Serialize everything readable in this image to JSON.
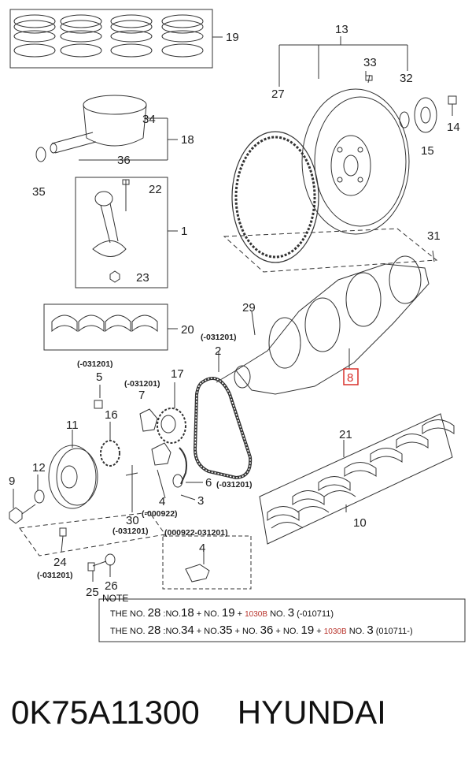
{
  "callouts": {
    "c19": "19",
    "c13": "13",
    "c33": "33",
    "c32": "32",
    "c27": "27",
    "c14": "14",
    "c15": "15",
    "c34": "34",
    "c18": "18",
    "c36": "36",
    "c35": "35",
    "c22": "22",
    "c1": "1",
    "c23": "23",
    "c31": "31",
    "c29": "29",
    "c20": "20",
    "c2": "2",
    "c8": "8",
    "c17": "17",
    "c5": "5",
    "c7": "7",
    "c11": "11",
    "c16": "16",
    "c12": "12",
    "c9": "9",
    "c6": "6",
    "c4": "4",
    "c3": "3",
    "c30": "30",
    "c21": "21",
    "c10": "10",
    "c24": "24",
    "c25": "25",
    "c26": "26",
    "c4b": "4"
  },
  "date_codes": {
    "d2": "(-031201)",
    "d5": "(-031201)",
    "d7": "(-031201)",
    "d6": "(-031201)",
    "d4": "(-000922)",
    "d30": "(-031201)",
    "d24": "(-031201)",
    "inset": "(000922-031201)"
  },
  "note": {
    "heading": "NOTE",
    "line1": {
      "p1": "THE NO. ",
      "n1": "28",
      "p2": " :NO.",
      "n2": "18",
      "p3": " + NO. ",
      "n3": "19",
      "p4": " + ",
      "code": "1030B",
      "p5": " NO. ",
      "n4": "3",
      "p6": " (-010711)"
    },
    "line2": {
      "p1": "THE NO. ",
      "n1": "28",
      "p2": " :NO.",
      "n2": "34",
      "p3": " + NO.",
      "n3": "35",
      "p4": " + NO. ",
      "n4": "36",
      "p5": " + NO. ",
      "n5": "19",
      "p6": " + ",
      "code": "1030B",
      "p7": " NO. ",
      "n6": "3",
      "p8": " (010711-)"
    }
  },
  "part_number": "0K75A11300",
  "brand": "HYUNDAI",
  "colors": {
    "highlight": "#d9302b",
    "line": "#333333",
    "code": "#b8322a"
  }
}
